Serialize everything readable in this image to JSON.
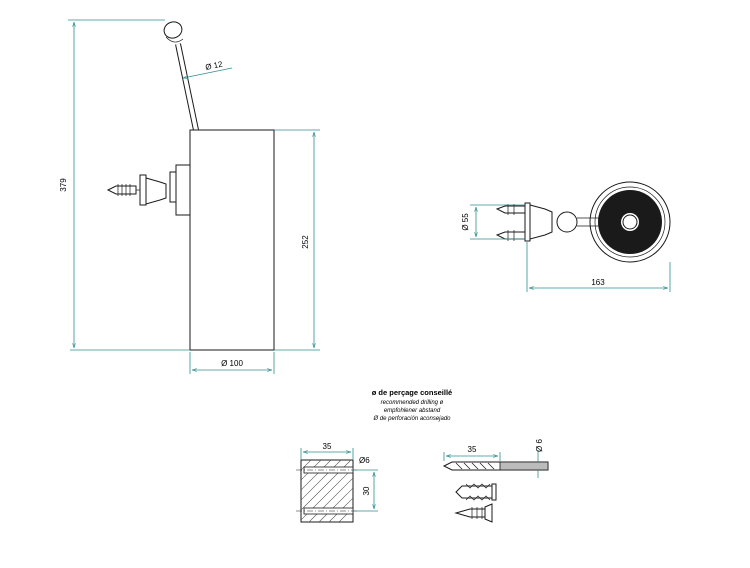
{
  "dimensions": {
    "total_height": "379",
    "holder_height": "252",
    "handle_diameter": "Ø 12",
    "body_diameter": "Ø 100",
    "plate_diameter": "Ø 55",
    "depth": "163",
    "drill_depth_a": "35",
    "drill_diameter_a": "Ø6",
    "spacing": "30",
    "drill_depth_b": "35",
    "drill_diameter_b": "Ø 6"
  },
  "drilling_note": {
    "title": "ø de perçage conseillé",
    "line_en": "recommended drilling ø",
    "line_de": "empfohlener abstand",
    "line_es": "Ø de perforación aconsejado"
  },
  "colors": {
    "dimension_line": "#2f8f8f",
    "outline": "#1a1a1a"
  }
}
